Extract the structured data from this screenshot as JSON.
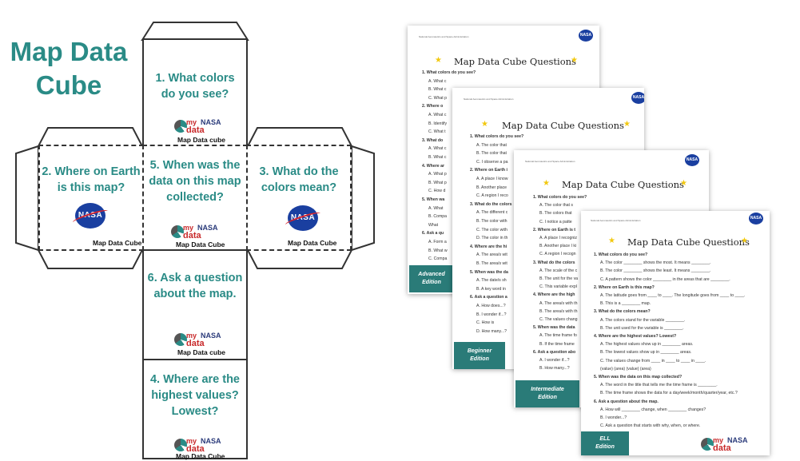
{
  "title": {
    "line1": "Map Data",
    "line2": "Cube"
  },
  "brand": {
    "my": "my",
    "nasa": "NASA",
    "data": "data"
  },
  "faces": {
    "q1": [
      "1. What colors",
      "do you see?"
    ],
    "q2": [
      "2. Where on Earth",
      "is this map?"
    ],
    "q3": [
      "3. What do the",
      "colors mean?"
    ],
    "q4": [
      "4. Where are the",
      "highest values?",
      "Lowest?"
    ],
    "q5": [
      "5. When was the",
      "data on this map",
      "collected?"
    ],
    "q6": [
      "6. Ask a question",
      "about the map."
    ]
  },
  "footer_lower": "Map Data cube",
  "footer_title": "Map Data Cube",
  "nasa_logo_text": "NASA",
  "sheet_header": "National Aeronautics and Space Administration",
  "sheet_title": "Map Data Cube Questions",
  "sheets": {
    "advanced": {
      "label": [
        "Advanced",
        "Edition"
      ],
      "lines": [
        "1. What colors do you see?",
        "A. What c",
        "B. What c",
        "C. What p",
        "2. Where o",
        "A. What c",
        "B. Identify",
        "C. What t",
        "3. What do",
        "A. What c",
        "B. What c",
        "4. Where ar",
        "A. What p",
        "B. What p",
        "C. How d",
        "5. When wa",
        "A. What",
        "B. Compa",
        "What",
        "6. Ask a qu",
        "A. Form a",
        "B. What w",
        "C. Compa"
      ]
    },
    "beginner": {
      "label": [
        "Beginner",
        "Edition"
      ],
      "lines": [
        "1. What colors do you see?",
        "A. The color that",
        "B. The color that",
        "C. I observe a pa",
        "2. Where on Earth i",
        "A. A place I know",
        "B. Another place",
        "C. A region I reco",
        "3. What do the colors",
        "A. The different c",
        "B. The color with",
        "C. The color with",
        "D. The color in th",
        "4. Where are the hi",
        "A. The area/s wit",
        "B. The area/s wit",
        "5. When was the da",
        "A. The date/s sh",
        "B. A key word in",
        "6. Ask a question a",
        "A. How does...?",
        "B. I wonder if...?",
        "C. How is",
        "D. How many...?"
      ]
    },
    "intermediate": {
      "label": [
        "Intermediate",
        "Edition"
      ],
      "lines": [
        "1. What colors do you see?",
        "A. The color that s",
        "B. The colors that",
        "C. I notice a patte",
        "2. Where on Earth is t",
        "A. A place I recogniz",
        "B. Another place I ki",
        "C. A region I recogn",
        "3. What do the colors",
        "A. The scale of the c",
        "B. The unit for the va",
        "C. This variable expl",
        "4. Where are the high",
        "A. The area/s with th",
        "B. The area/s with th",
        "C. The values chang",
        "5. When was the data",
        "A. The time frame fo",
        "B. If the time frame",
        "6. Ask a question abo",
        "A. I wonder if...?",
        "B. How many...?"
      ]
    },
    "ell": {
      "label": [
        "ELL",
        "Edition"
      ],
      "lines": [
        "1. What colors do you see?",
        "A. The color ________ shows the most. It means ________.",
        "B. The color ________ shows the least. It means ________.",
        "C. A pattern shows the color ________ in the areas that are ________.",
        "2. Where on Earth is this map?",
        "A. The latitude goes from ____ to ____. The longitude goes from ____ to ____.",
        "B. This is a ________ map.",
        "3. What do the colors mean?",
        "A. The colors stand for the variable ________.",
        "B. The unit used for the variable is ________.",
        "4. Where are the highest values? Lowest?",
        "A. The highest values show up in ________ areas.",
        "B. The lowest values show up in ________ areas.",
        "C. The values change from ____ in ____ to ____ in ____.",
        "(value)      (area)      (value)      (area)",
        "5. When was the data on this map collected?",
        "A. The word in the title that tells me the time frame is ________.",
        "B. The time frame shows the data for a day/week/month/quarter/year, etc.?",
        "6. Ask a question about the map.",
        "A. How will ________ change, when ________ changes?",
        "B. I wonder...?",
        "C. Ask a question that starts with why, when, or where."
      ]
    }
  }
}
